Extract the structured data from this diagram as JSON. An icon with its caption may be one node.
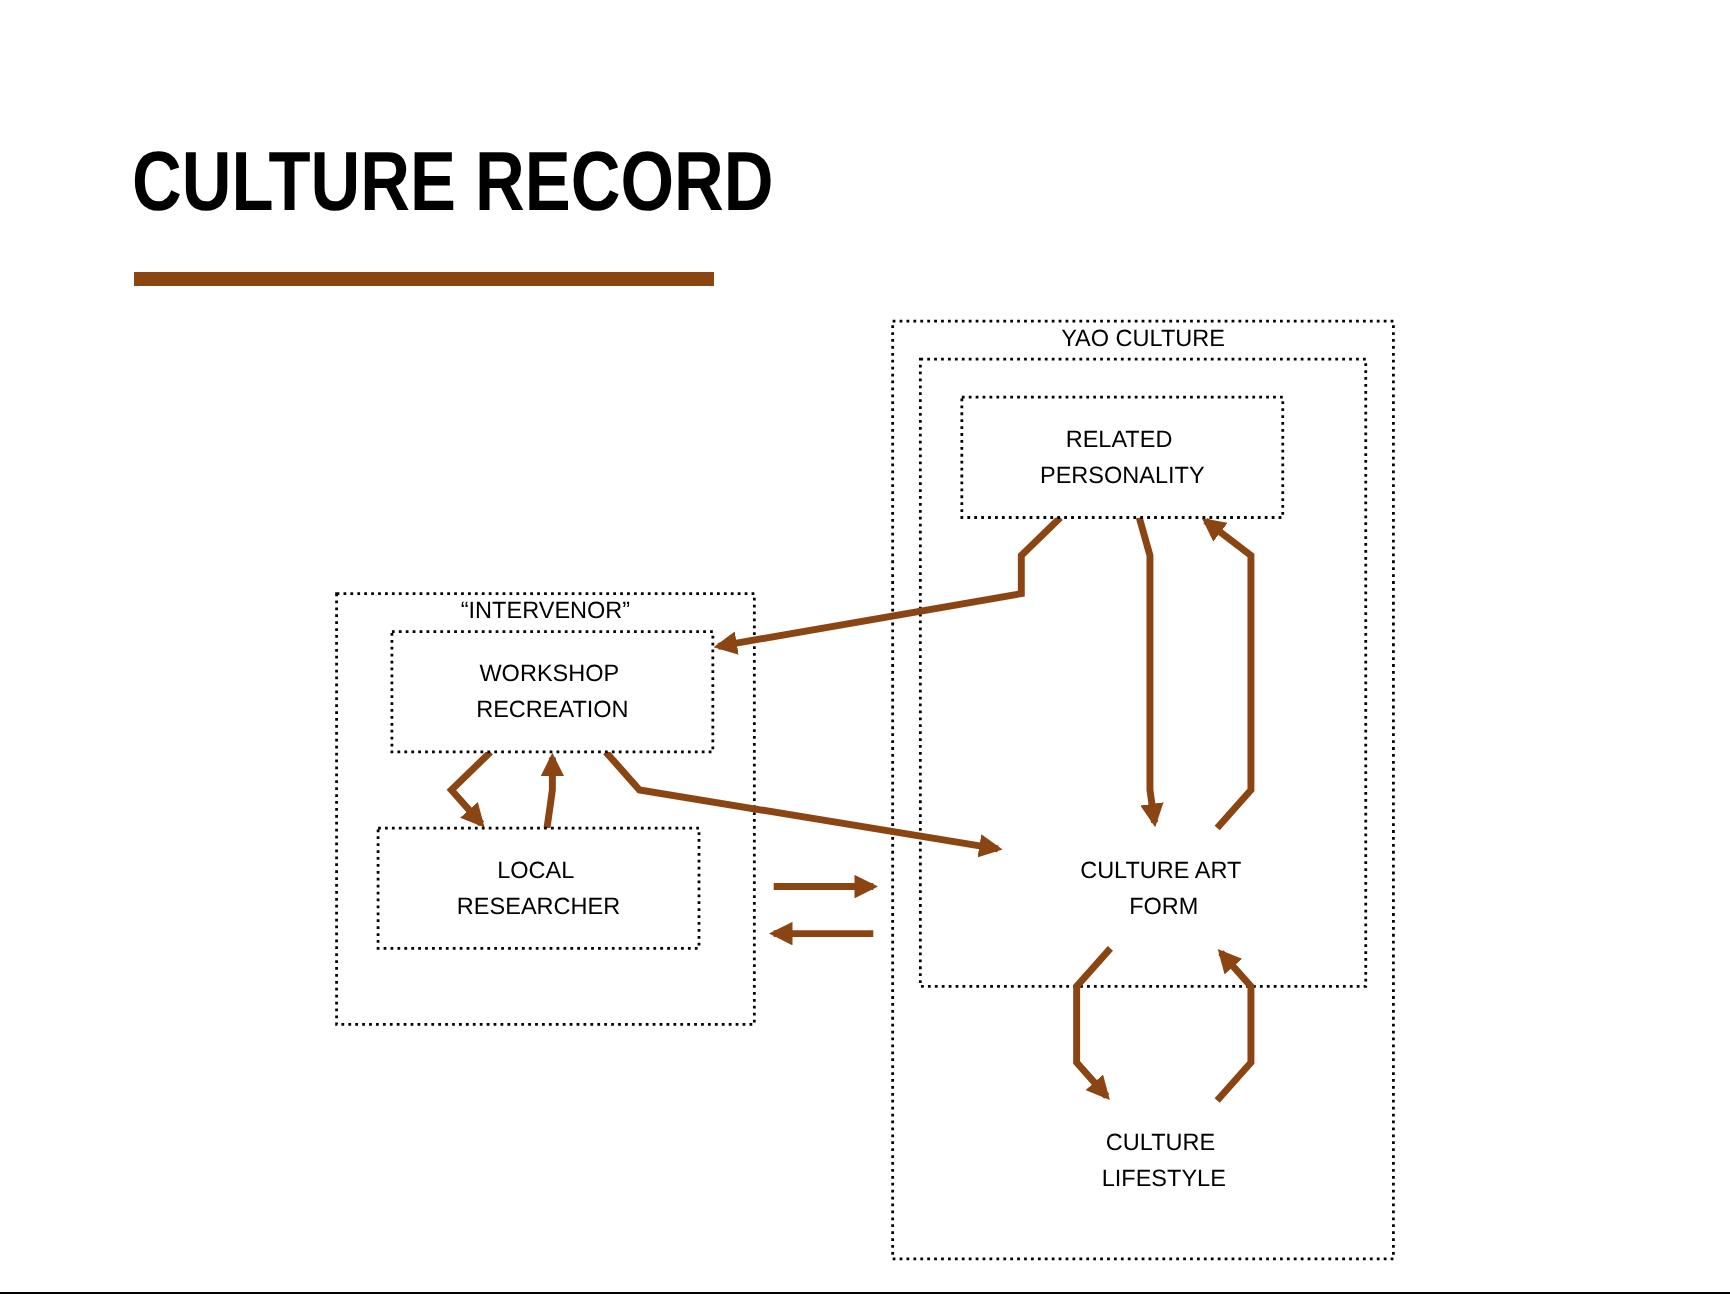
{
  "diagram": {
    "title": "CULTURE RECORD",
    "nodes": [
      {
        "text": [
          "YAO CULTURE"
        ]
      },
      {
        "text": [],
        "shape": "box",
        "in": 0
      },
      {
        "text": [
          "RELATED PERSONALITY"
        ],
        "in": 1
      },
      {
        "text": [
          "CULTURE ART FORM"
        ],
        "in": 1
      },
      {
        "text": [
          "CULTURE LIFESTYLE"
        ],
        "in": 0
      },
      {
        "text": [
          "“INTERVENOR”"
        ]
      },
      {
        "text": [
          "WORKSHOP RECREATION"
        ],
        "in": 5
      },
      {
        "text": [
          "LOCAL RESEARCHER"
        ],
        "in": 5
      }
    ],
    "edges": [
      {
        "from": 2,
        "to": 3,
        "arrow": "to"
      },
      {
        "from": 3,
        "to": 2,
        "arrow": "to"
      },
      {
        "from": 2,
        "to": 6,
        "arrow": "to"
      },
      {
        "from": 6,
        "to": 3,
        "arrow": "to"
      },
      {
        "from": 3,
        "to": 4,
        "arrow": "to"
      },
      {
        "from": 4,
        "to": 3,
        "arrow": "to"
      },
      {
        "from": 6,
        "to": 7,
        "arrow": "to"
      },
      {
        "from": 7,
        "to": 6,
        "arrow": "to"
      },
      {
        "from": 5,
        "to": 0,
        "arrow": "to"
      },
      {
        "from": 0,
        "to": 5,
        "arrow": "to"
      }
    ]
  }
}
